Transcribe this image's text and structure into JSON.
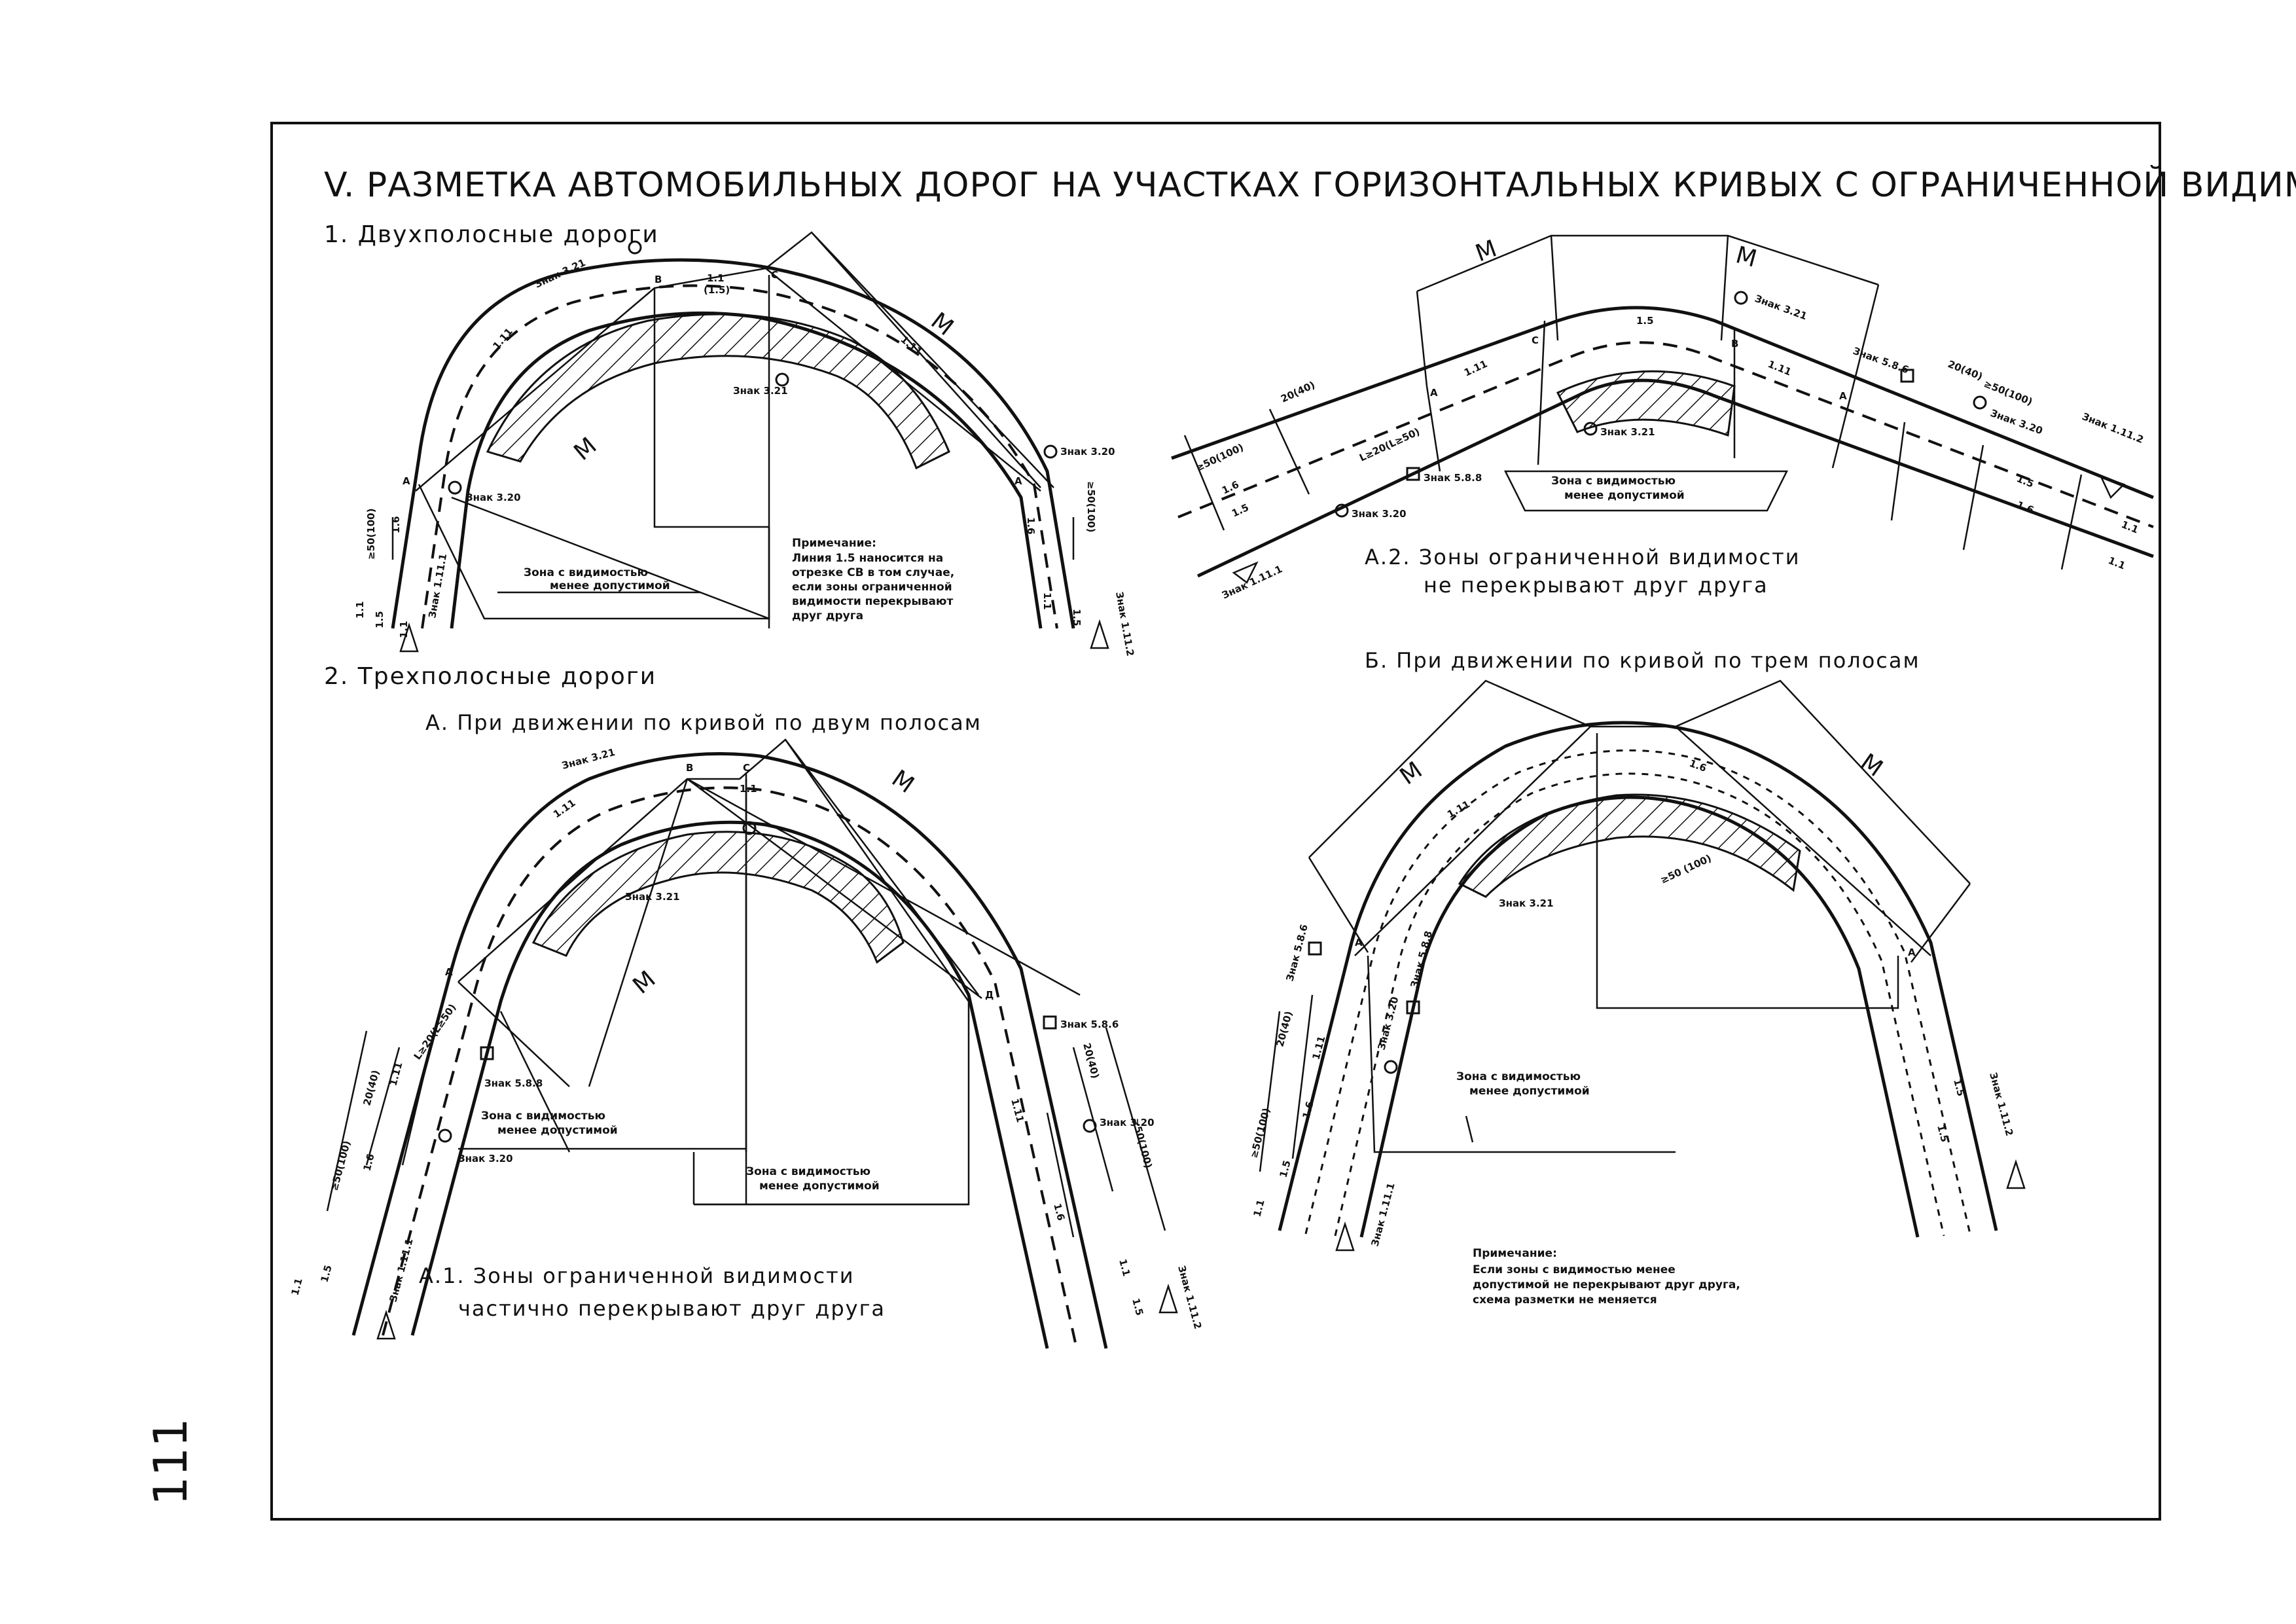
{
  "title": "V. РАЗМЕТКА АВТОМОБИЛЬНЫХ ДОРОГ НА УЧАСТКАХ ГОРИЗОНТАЛЬНЫХ КРИВЫХ С ОГРАНИЧЕННОЙ ВИДИМОСТЬЮ",
  "page_number": "111",
  "section1": {
    "heading": "1. Двухполосные дороги",
    "note_title": "Примечание:",
    "note_lines": [
      "Линия 1.5 наносится на",
      "отрезке СВ в том случае,",
      "если зоны ограниченной",
      "видимости перекрывают",
      "друг друга"
    ],
    "zone_label_1": "Зона с видимостью",
    "zone_label_2": "менее допустимой",
    "labels": {
      "sign_391": "Знак 3.21",
      "sign_320_left": "Знак 3.20",
      "sign_320_right": "Знак 3.20",
      "sign_mid": "Знак 3.21",
      "sign_1111": "Знак 1.11.1",
      "sign_1112": "Знак 1.11.2",
      "pt_a_left": "А",
      "pt_a_right": "А",
      "pt_b": "В",
      "pt_c": "С",
      "m1": "М",
      "m2": "М",
      "l11_top": "1.1",
      "l15_top": "(1.5)",
      "l111_a": "1.11",
      "l111_b": "1.11",
      "d50_left": "≥50(100)",
      "d50_right": "≥50(100)",
      "l16_left": "1.6",
      "l16_right": "1.6",
      "l11_bl": "1.1",
      "l15_bl": "1.5",
      "l11_bl2": "1.1",
      "l11_br": "1.1",
      "l15_br": "1.5"
    }
  },
  "sectionA2": {
    "caption_1": "А.2. Зоны ограниченной видимости",
    "caption_2": "не перекрывают друг друга",
    "zone_label_1": "Зона с видимостью",
    "zone_label_2": "менее допустимой",
    "labels": {
      "m1": "М",
      "m2": "М",
      "l15": "1.5",
      "sign_321_top": "Знак 3.21",
      "sign_321_mid": "Знак 3.21",
      "sign_586": "Знак 5.8.6",
      "sign_588": "Знак 5.8.8",
      "sign_320_l": "Знак 3.20",
      "sign_320_r": "Знак 3.20",
      "sign_1111": "Знак 1.11.1",
      "sign_1112": "Знак 1.11.2",
      "d50_l": "≥50(100)",
      "d20_l": "20(40)",
      "d50_r": "≥50(100)",
      "d20_r": "20(40)",
      "lam": "L≥20(L≥50)",
      "l111_a": "1.11",
      "l111_b": "1.11",
      "l16_l": "1.6",
      "l15_l": "1.5",
      "l15_r": "1.5",
      "l16_r": "1.6",
      "l11_r": "1.1",
      "l11_r2": "1.1",
      "pt_a": "А",
      "pt_c": "С",
      "pt_b": "В",
      "pt_a2": "А"
    }
  },
  "section2": {
    "heading": "2. Трехполосные дороги",
    "sub_a": "А. При движении по кривой по двум полосам",
    "caption_1": "А.1. Зоны ограниченной видимости",
    "caption_2": "частично перекрывают друг друга",
    "zone_label_1": "Зона с видимостью",
    "zone_label_2": "менее допустимой",
    "labels": {
      "sign_391": "Знак 3.21",
      "sign_321": "Знак 3.21",
      "sign_586": "Знак 5.8.6",
      "sign_588": "Знак 5.8.8",
      "sign_320_l": "Знак 3.20",
      "sign_320_r": "Знак 3.20",
      "sign_1111": "Знак 1.11.1",
      "sign_1112": "Знак 1.11.2",
      "m1": "М",
      "m2": "М",
      "l11_top": "1.1",
      "l111": "1.11",
      "d20_l": "20(40)",
      "d50_l": "≥50(100)",
      "d20_r": "20(40)",
      "d50_r": "≥50(100)",
      "lam": "L≥20(L≥50)",
      "l111_l": "1.11",
      "l16_l": "1.6",
      "l111_r": "1.11",
      "l16_r": "1.6",
      "l11_bl": "1.1",
      "l15_bl": "1.5",
      "l11_br": "1.1",
      "l15_br": "1.5",
      "pt_a": "А",
      "pt_b": "В",
      "pt_c": "С",
      "pt_d": "Д"
    }
  },
  "sectionB": {
    "heading": "Б. При движении по кривой по трем полосам",
    "zone_label_1": "Зона с видимостью",
    "zone_label_2": "менее допустимой",
    "note_title": "Примечание:",
    "note_lines": [
      "Если зоны с видимостью менее",
      "допустимой не перекрывают друг друга,",
      "схема разметки не меняется"
    ],
    "labels": {
      "m1": "М",
      "m2": "М",
      "sign_321": "Знак 3.21",
      "sign_586": "Знак 5.8.6",
      "sign_588": "Знак 5.8.8",
      "sign_320": "Знак 3.20",
      "sign_1111": "Знак 1.11.1",
      "sign_1112": "Знак 1.11.2",
      "d50": "≥50 (100)",
      "d50_l": "≥50(100)",
      "d20_l": "20(40)",
      "l111_top": "1.11",
      "l16_top": "1.6",
      "l111_l": "1.11",
      "l16_l": "1.6",
      "l15_r": "1.5",
      "l15_r2": "1.5",
      "l11_l": "1.1",
      "l15_l": "1.5",
      "pt_a": "А",
      "pt_a2": "А"
    }
  }
}
